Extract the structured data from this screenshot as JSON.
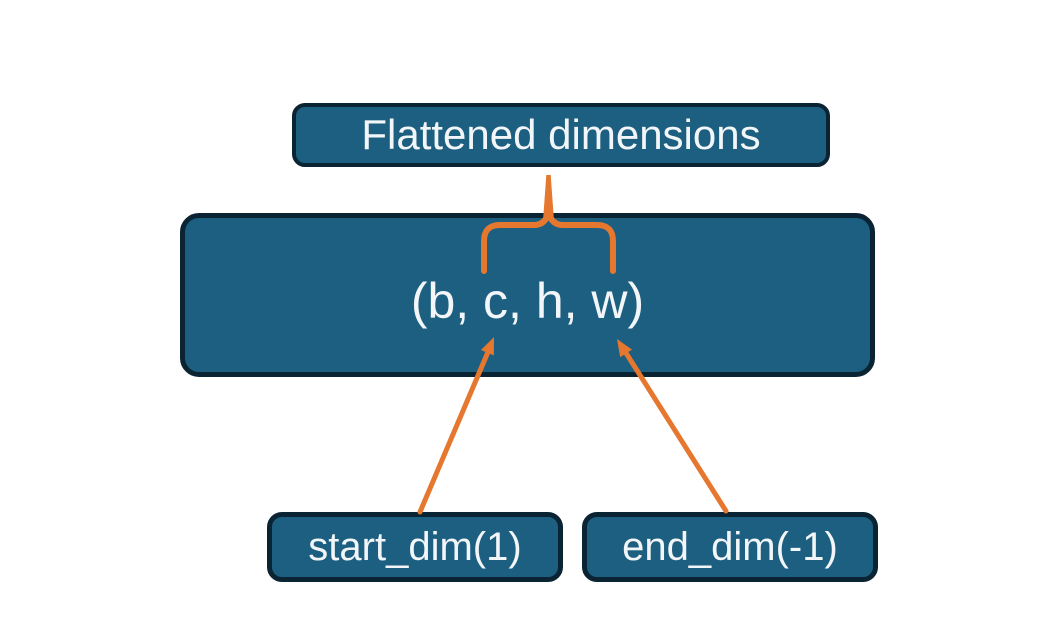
{
  "diagram": {
    "top_box_label": "Flattened dimensions",
    "tensor_box_label": "(b, c, h, w)",
    "start_dim_label": "start_dim(1)",
    "end_dim_label": "end_dim(-1)"
  },
  "connectors": {
    "brace": "curly brace grouping c,h,w dimensions under the Flattened dimensions label",
    "arrow_left": "arrow from start_dim(1) box pointing to dimension c",
    "arrow_right": "arrow from end_dim(-1) box pointing to dimension w"
  },
  "colors": {
    "box_fill": "#1d5f80",
    "box_border": "#0b2433",
    "box_text": "#f2f6f8",
    "accent_orange": "#e6772e",
    "background": "#ffffff"
  }
}
